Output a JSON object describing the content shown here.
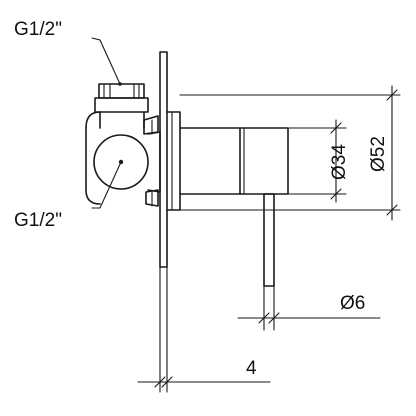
{
  "diagram": {
    "callout_top": "G1/2\"",
    "callout_bottom": "G1/2\"",
    "dim_body_diameter": "Ø34",
    "dim_flange_diameter": "Ø52",
    "dim_lever_diameter": "Ø6",
    "dim_plate_thickness": "4"
  },
  "colors": {
    "line": "#1a1a1a",
    "background": "#ffffff"
  }
}
